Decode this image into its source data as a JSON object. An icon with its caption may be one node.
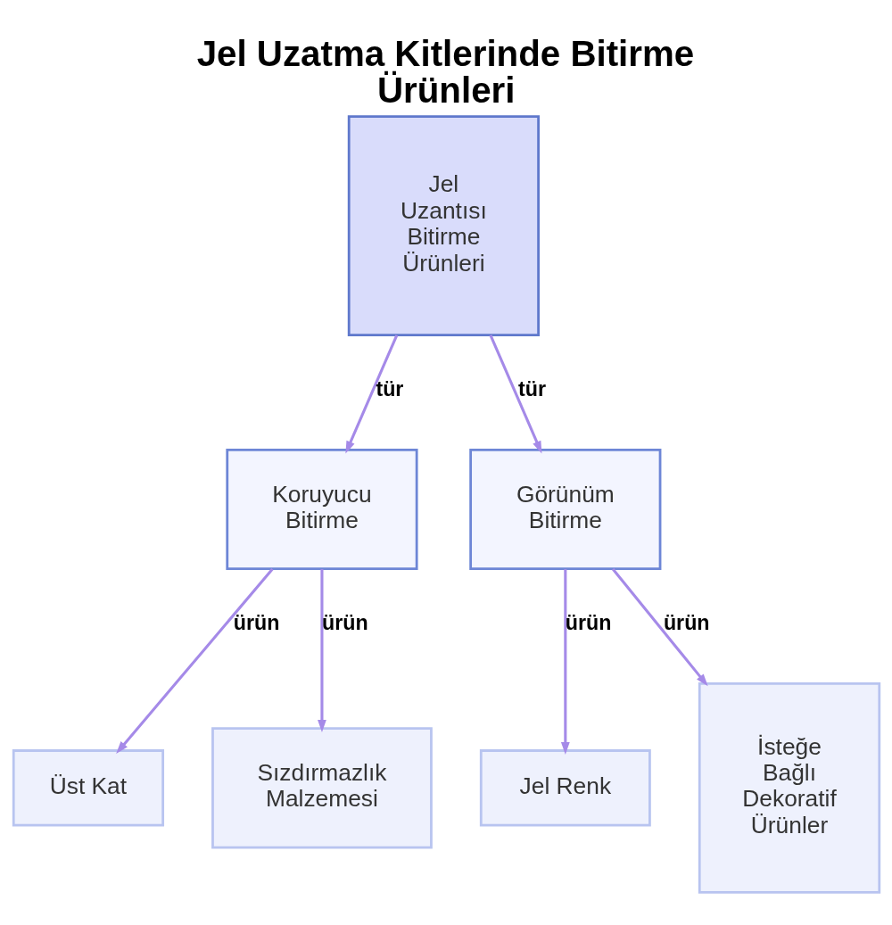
{
  "diagram": {
    "title": "Jel Uzatma Kitlerinde Bitirme Ürünleri",
    "nodes": [
      {
        "text": [
          "Jel Uzantısı Bitirme Ürünleri"
        ]
      },
      {
        "text": [
          "Koruyucu Bitirme"
        ]
      },
      {
        "text": [
          "Görünüm Bitirme"
        ]
      },
      {
        "text": [
          "Üst Kat"
        ]
      },
      {
        "text": [
          "Sızdırmazlık Malzemesi"
        ]
      },
      {
        "text": [
          "Jel Renk"
        ]
      },
      {
        "text": [
          "İsteğe Bağlı Dekoratif Ürünler"
        ]
      }
    ],
    "edges": [
      {
        "from": 0,
        "to": 1,
        "arrow": "to",
        "label": "tür"
      },
      {
        "from": 0,
        "to": 2,
        "arrow": "to",
        "label": "tür"
      },
      {
        "from": 1,
        "to": 3,
        "arrow": "to",
        "label": "ürün"
      },
      {
        "from": 1,
        "to": 4,
        "arrow": "to",
        "label": "ürün"
      },
      {
        "from": 2,
        "to": 5,
        "arrow": "to",
        "label": "ürün"
      },
      {
        "from": 2,
        "to": 6,
        "arrow": "to",
        "label": "ürün"
      }
    ]
  }
}
